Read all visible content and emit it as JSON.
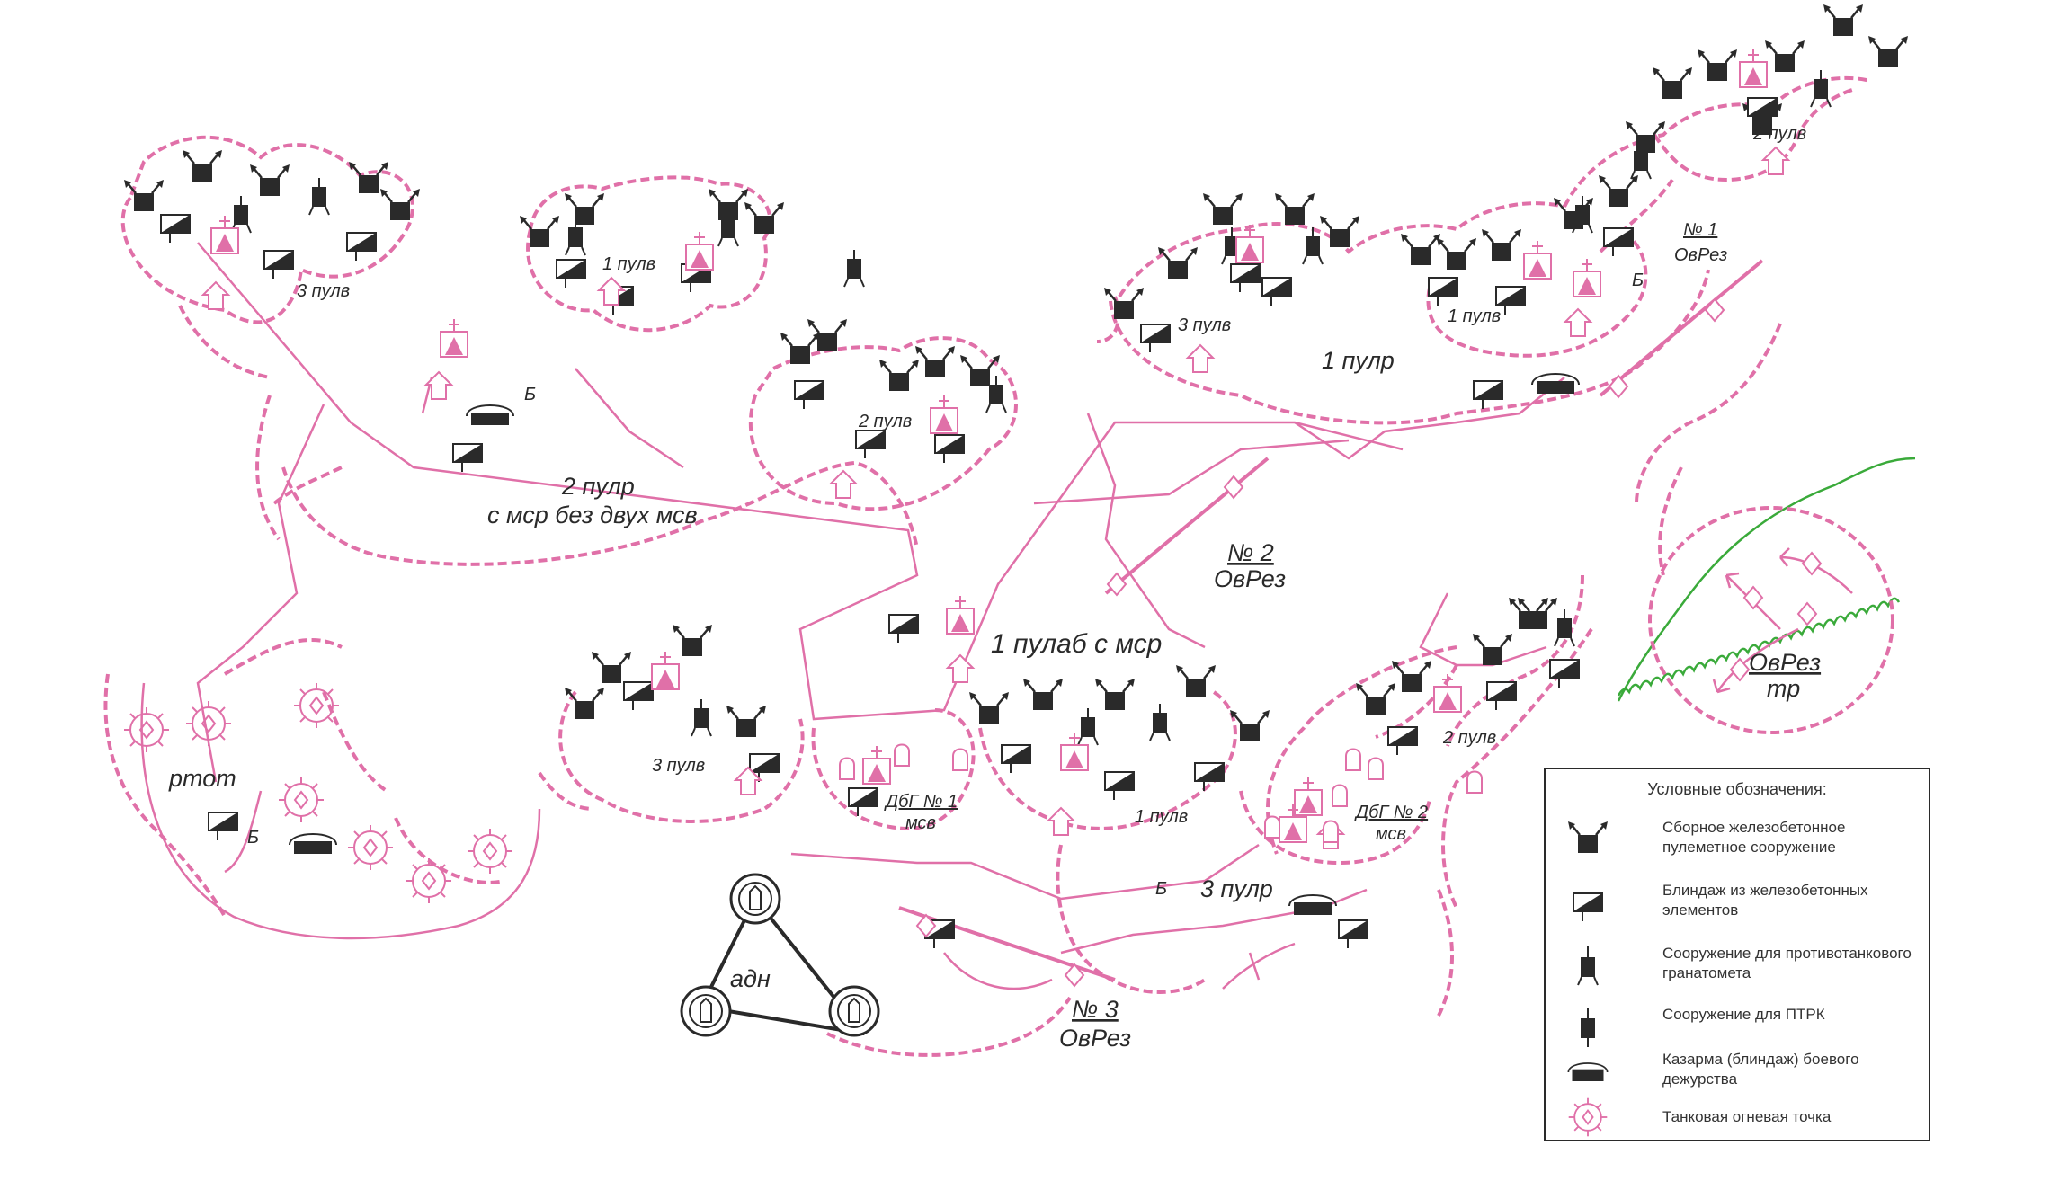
{
  "colors": {
    "trench": "#e070a8",
    "ink": "#2a2a2a",
    "wire": "#3aaa3a"
  },
  "labels": {
    "p3_left": "3 пулв",
    "p1_top_left": "1 пулв",
    "p2_mid": "2 пулв",
    "p3_right": "3 пулв",
    "p1_right": "1 пулв",
    "p2_top_right": "2 пулв",
    "pulr1": "1 пулр",
    "ovrez1_num": "№ 1",
    "ovrez1_name": "ОвРез",
    "pulr2_line1": "2 пулр",
    "pulr2_line2": "с мср без двух мсв",
    "ovrez2_num": "№ 2",
    "ovrez2_name": "ОвРез",
    "pulab": "1 пулаб с мср",
    "p3_bottom": "3 пулв",
    "dbg1_line1": "ДбГ № 1",
    "dbg1_line2": "мсв",
    "p1_bottom": "1 пулв",
    "dbg2_line1": "ДбГ № 2",
    "dbg2_line2": "мсв",
    "p2_bottom": "2 пулв",
    "pulr3": "3 пулр",
    "rtot": "ртот",
    "adn": "адн",
    "ovrez3_num": "№ 3",
    "ovrez3_name": "ОвРез",
    "ovrez_tr_line1": "ОвРез",
    "ovrez_tr_line2": "тр",
    "b_mark": "Б"
  },
  "legend": {
    "title": "Условные обозначения:",
    "items": [
      {
        "icon": "mg-bunker-icon",
        "text": "Сборное железобетонное пулеметное сооружение"
      },
      {
        "icon": "dugout-icon",
        "text": "Блиндаж из железобетонных элементов"
      },
      {
        "icon": "antitank-grenade-launcher-icon",
        "text": "Сооружение для противотанкового гранатомета"
      },
      {
        "icon": "atgm-structure-icon",
        "text": "Сооружение для ПТРК"
      },
      {
        "icon": "duty-barracks-icon",
        "text": "Казарма (блиндаж) боевого дежурства"
      },
      {
        "icon": "tank-firing-point-icon",
        "text": "Танковая огневая точка"
      }
    ]
  }
}
